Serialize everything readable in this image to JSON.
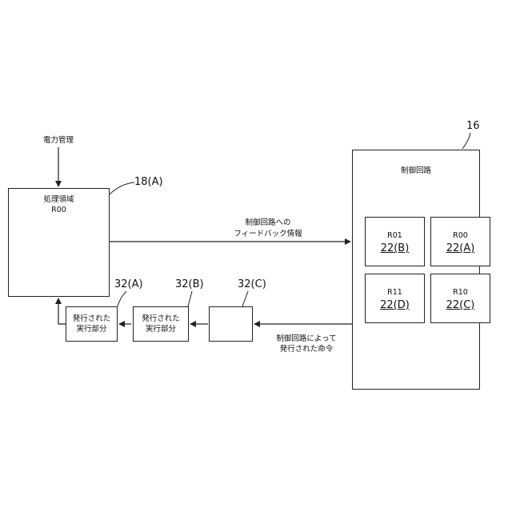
{
  "power_label": "電力管理",
  "processing": {
    "title": "処理領域",
    "sub": "R00",
    "ref": "18(A)"
  },
  "feedback": {
    "line1": "制御回路への",
    "line2": "フィードバック情報"
  },
  "control": {
    "title": "制御回路",
    "ref": "16",
    "cells": [
      {
        "reg": "R01",
        "ref": "22(B)"
      },
      {
        "reg": "R00",
        "ref": "22(A)"
      },
      {
        "reg": "R11",
        "ref": "22(D)"
      },
      {
        "reg": "R10",
        "ref": "22(C)"
      }
    ]
  },
  "instructions": {
    "line1": "制御回路によって",
    "line2": "発行された命令"
  },
  "exec_units": [
    {
      "ref": "32(A)",
      "line1": "発行された",
      "line2": "実行部分"
    },
    {
      "ref": "32(B)",
      "line1": "発行された",
      "line2": "実行部分"
    },
    {
      "ref": "32(C)",
      "line1": "",
      "line2": ""
    }
  ]
}
